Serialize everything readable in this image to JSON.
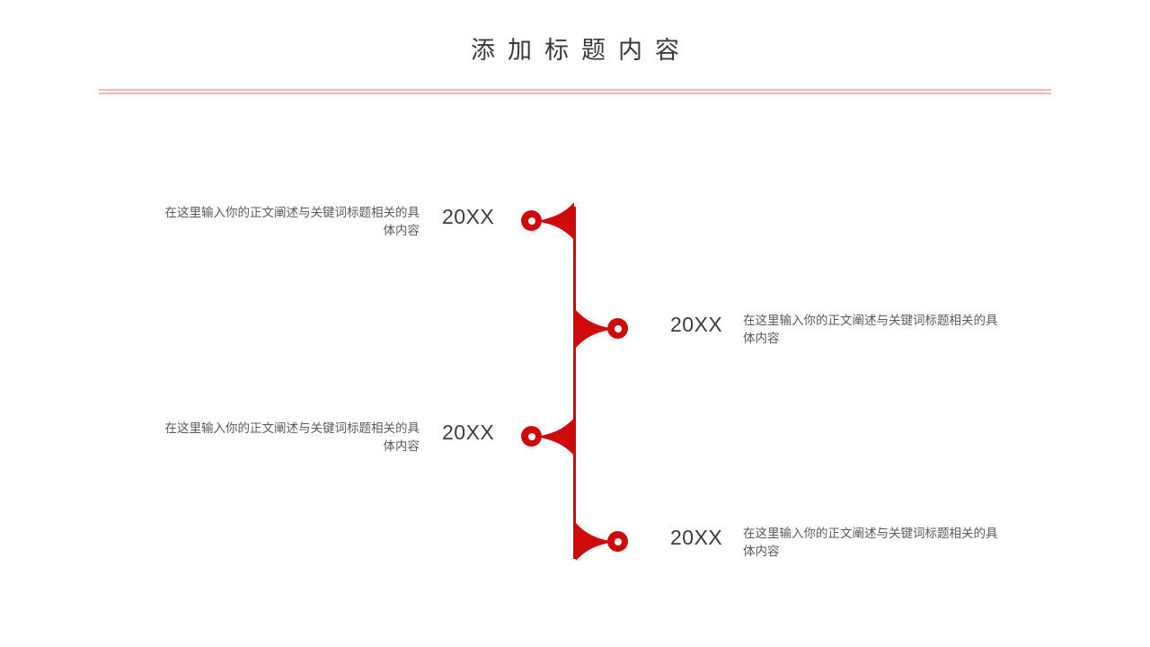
{
  "slide": {
    "title": "添加标题内容",
    "accent_color": "#cf0a0a",
    "divider_color": "#f3b7b7",
    "title_color": "#3a3a3a",
    "body_text_color": "#5a5a5a",
    "background_color": "#ffffff"
  },
  "timeline": {
    "items": [
      {
        "side": "left",
        "year": "20XX",
        "body": "在这里输入你的正文阐述与关键词标题相关的具体内容"
      },
      {
        "side": "right",
        "year": "20XX",
        "body": "在这里输入你的正文阐述与关键词标题相关的具体内容"
      },
      {
        "side": "left",
        "year": "20XX",
        "body": "在这里输入你的正文阐述与关键词标题相关的具体内容"
      },
      {
        "side": "right",
        "year": "20XX",
        "body": "在这里输入你的正文阐述与关键词标题相关的具体内容"
      }
    ]
  }
}
